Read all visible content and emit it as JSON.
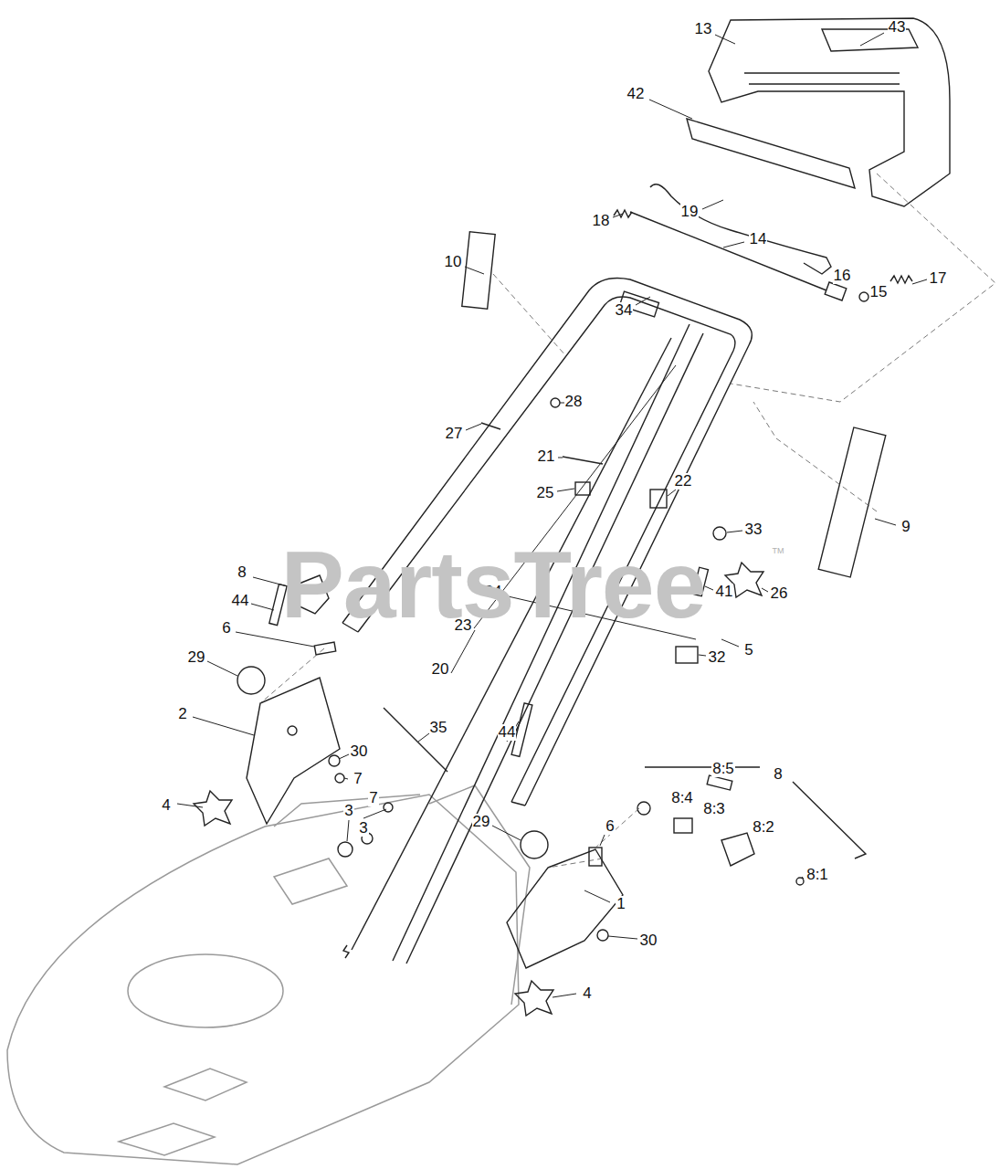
{
  "diagram": {
    "labels": [
      "13",
      "43",
      "42",
      "19",
      "18",
      "14",
      "10",
      "16",
      "15",
      "17",
      "34",
      "27",
      "28",
      "21",
      "25",
      "22",
      "33",
      "9",
      "41",
      "26",
      "8",
      "44",
      "24",
      "6",
      "23",
      "5",
      "32",
      "20",
      "29",
      "2",
      "35",
      "44",
      "30",
      "8",
      "8:5",
      "7",
      "8:4",
      "8:3",
      "8:2",
      "4",
      "3",
      "7",
      "3",
      "6",
      "29",
      "8:1",
      "30",
      "1",
      "4",
      "PartsTree",
      "TM"
    ]
  }
}
